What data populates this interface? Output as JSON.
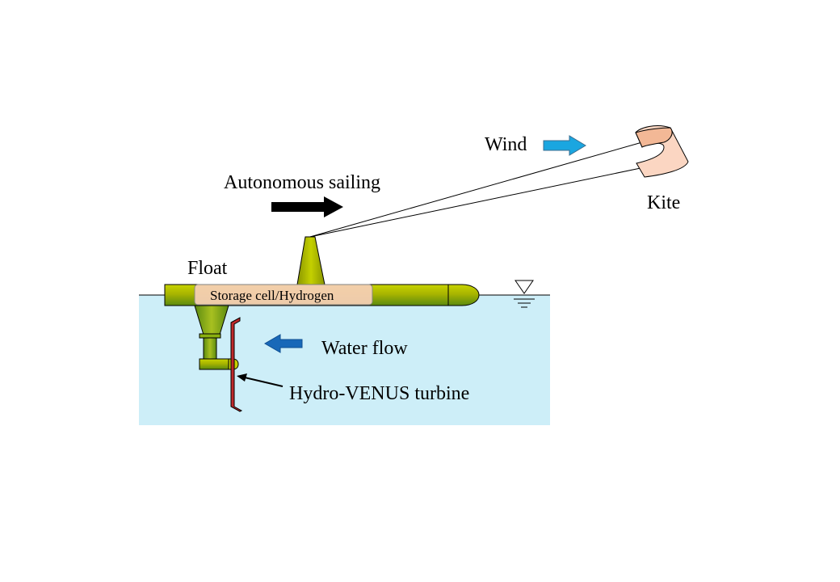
{
  "labels": {
    "wind": "Wind",
    "kite": "Kite",
    "autonomous_sailing": "Autonomous sailing",
    "float": "Float",
    "storage_cell": "Storage cell/Hydrogen",
    "water_flow": "Water flow",
    "turbine": "Hydro-VENUS turbine"
  },
  "colors": {
    "water": "#cdeef8",
    "float_body": "#a8b400",
    "storage_cell": "#f5cfb3",
    "kite": "#f8c8ac",
    "wind_arrow": "#1aa6e0",
    "water_flow_arrow": "#1868b8",
    "turbine_blade": "#c0282a",
    "sail_arrow": "#000000"
  },
  "icons": {
    "water_level": "water-level-triangle-icon"
  }
}
